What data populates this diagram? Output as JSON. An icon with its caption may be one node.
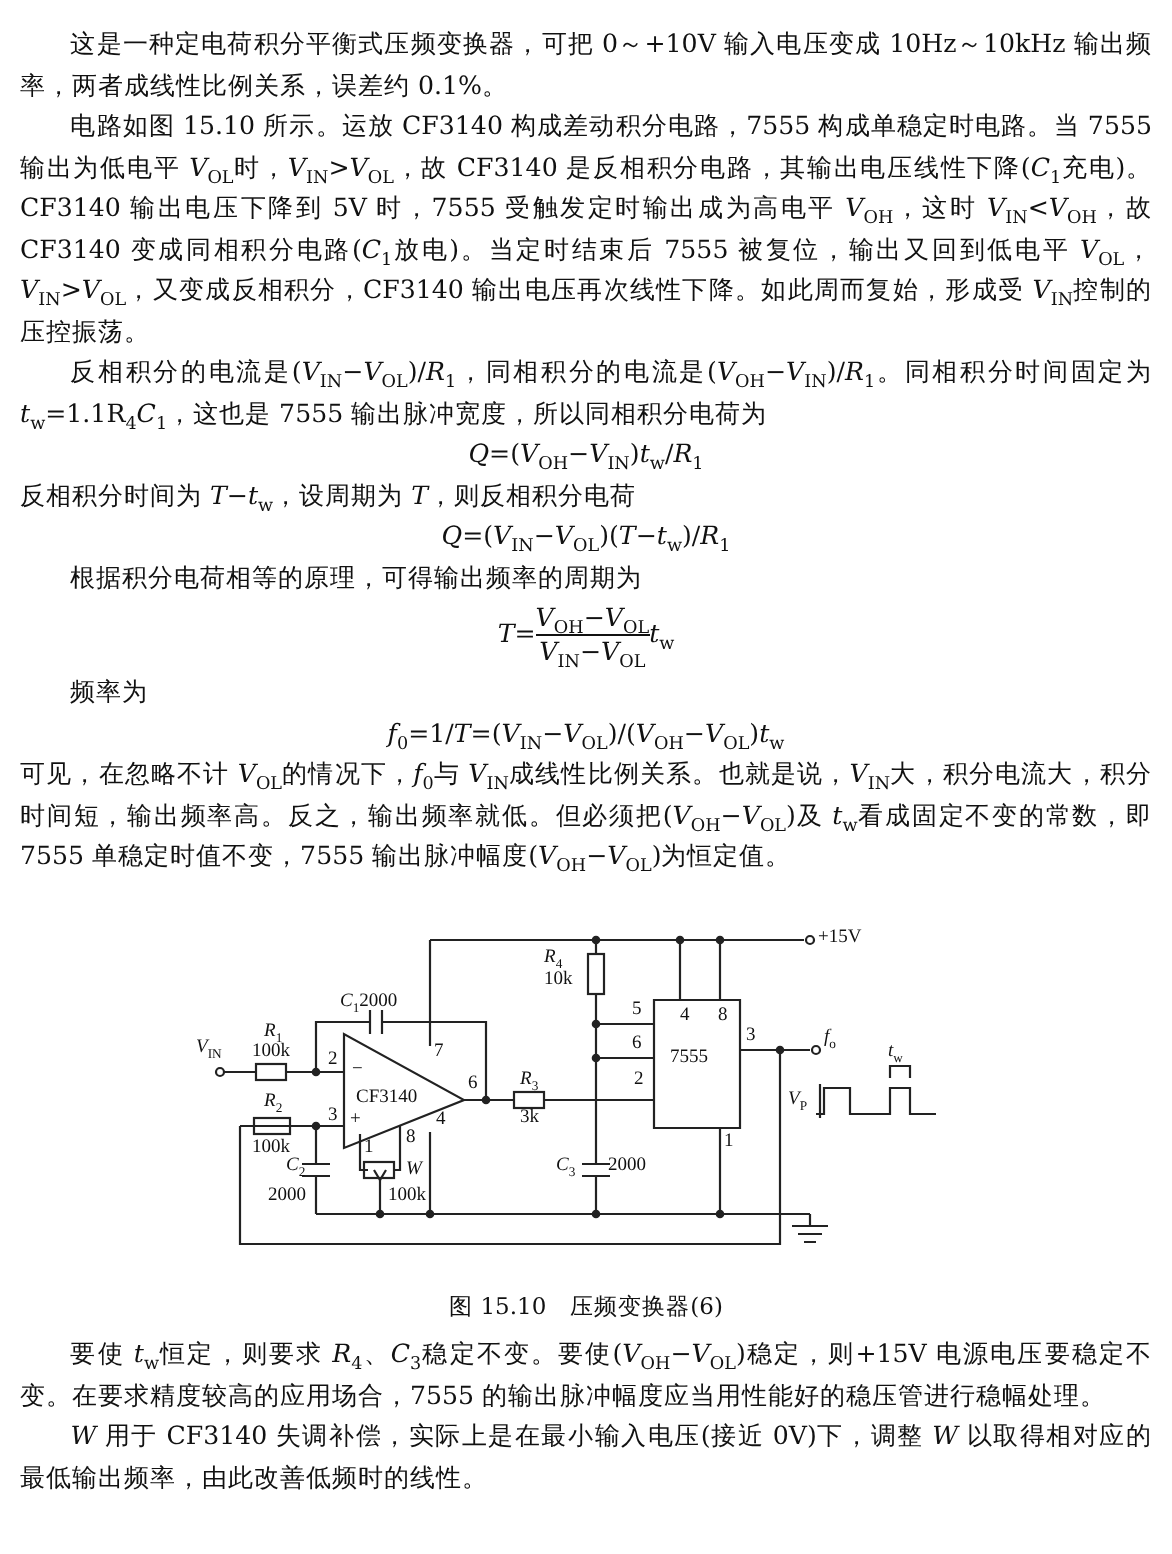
{
  "diagram": {
    "caption": "图 15.10　压频变换器(6)",
    "labels": [
      "这是一种定电荷积分平衡式压频变换器，可把 0～+10V 输入电压变成 10Hz～10kHz 输出频率，两者成线性比例关系，误差约 0.1%。",
      "电路如图 15.10 所示。运放 CF3140 构成差动积分电路，7555 构成单稳定时电路。当 7555 输出为低电平 *V*$_{OL}$时，*V*$_{IN}$>*V*$_{OL}$，故 CF3140 是反相积分电路，其输出电压线性下降(*C*$_{1}$充电)。CF3140 输出电压下降到 5V 时，7555 受触发定时输出成为高电平 *V*$_{OH}$，这时 *V*$_{IN}$<*V*$_{OH}$，故 CF3140 变成同相积分电路(*C*$_{1}$放电)。当定时结束后 7555 被复位，输出又回到低电平 *V*$_{OL}$，*V*$_{IN}$>*V*$_{OL}$，又变成反相积分，CF3140 输出电压再次线性下降。如此周而复始，形成受 *V*$_{IN}$控制的压控振荡。",
      "反相积分的电流是(*V*$_{IN}$−*V*$_{OL}$)/*R*$_{1}$，同相积分的电流是(*V*$_{OH}$−*V*$_{IN}$)/*R*$_{1}$。同相积分时间固定为 *t*$_{w}$=1.1R$_{4}$*C*$_{1}$，这也是 7555 输出脉冲宽度，所以同相积分电荷为",
      "*Q*=(*V*$_{OH}$−*V*$_{IN}$)*t*$_{w}$/*R*$_{1}$",
      "反相积分时间为 *T*−*t*$_{w}$，设周期为 *T*，则反相积分电荷",
      "*Q*=(*V*$_{IN}$−*V*$_{OL}$)(*T*−*t*$_{w}$)/*R*$_{1}$",
      "根据积分电荷相等的原理，可得输出频率的周期为",
      "*T*=",
      "*V*$_{OH}$−*V*$_{OL}$",
      "*V*$_{IN}$−*V*$_{OL}$",
      "*t*$_{w}$",
      "频率为",
      "*f*$_{0}$=1/*T*=(*V*$_{IN}$−*V*$_{OL}$)/(*V*$_{OH}$−*V*$_{OL}$)*t*$_{w}$",
      "可见，在忽略不计 *V*$_{OL}$的情况下，*f*$_{0}$与 *V*$_{IN}$成线性比例关系。也就是说，*V*$_{IN}$大，积分电流大，积分时间短，输出频率高。反之，输出频率就低。但必须把(*V*$_{OH}$−*V*$_{OL}$)及 *t*$_{w}$看成固定不变的常数，即 7555 单稳定时值不变，7555 输出脉冲幅度(*V*$_{OH}$−*V*$_{OL}$)为恒定值。",
      "*V*$_{IN}$",
      "*R*$_{1}$",
      "100k",
      "*C*$_{1}$2000",
      "2",
      "3",
      "−",
      "+",
      "CF3140",
      "7",
      "6",
      "4",
      "1",
      "8",
      "*R*$_{2}$",
      "100k",
      "*C*$_{2}$",
      "2000",
      "*W*",
      "100k",
      "*R*$_{3}$",
      "3k",
      "*R*$_{4}$",
      "10k",
      "*C*$_{3}$",
      "2000",
      "5",
      "6",
      "2",
      "7555",
      "4",
      "8",
      "3",
      "1",
      "+15V",
      "*f*$_{o}$",
      "*V*$_{P}$",
      "*t*$_{w}$",
      "要使 *t*$_{w}$恒定，则要求 *R*$_{4}$、*C*$_{3}$稳定不变。要使(*V*$_{OH}$−*V*$_{OL}$)稳定，则+15V 电源电压要稳定不变。在要求精度较高的应用场合，7555 的输出脉冲幅度应当用性能好的稳压管进行稳幅处理。",
      "*W* 用于 CF3140 失调补偿，实际上是在最小输入电压(接近 0V)下，调整 *W* 以取得相对应的最低输出频率，由此改善低频时的线性。"
    ]
  }
}
